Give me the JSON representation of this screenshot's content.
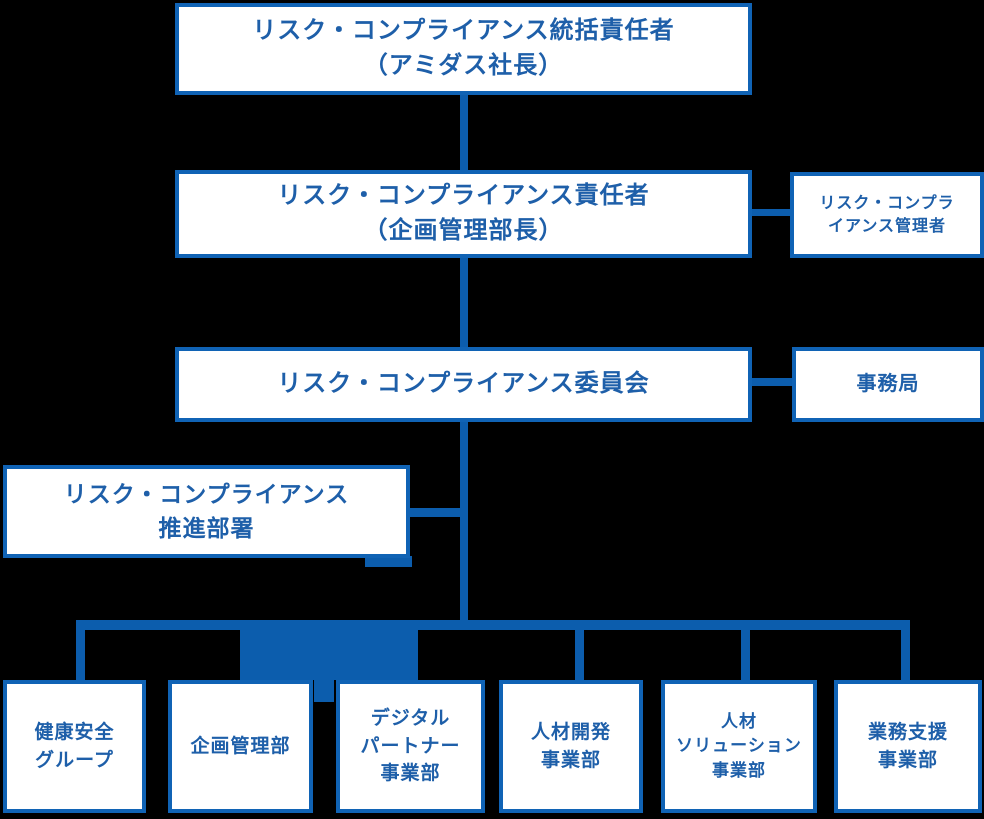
{
  "colors": {
    "line": "#0c5dad",
    "box_border": "#1063b5",
    "box_text": "#1e5fa9",
    "box_background": "#ffffff",
    "canvas_background": "#000000"
  },
  "nodes": {
    "supervisor": {
      "lines": [
        "リスク・コンプライアンス統括責任者",
        "（アミダス社長）"
      ]
    },
    "responsible": {
      "lines": [
        "リスク・コンプライアンス責任者",
        "（企画管理部長）"
      ]
    },
    "manager": {
      "lines": [
        "リスク・コンプラ",
        "イアンス管理者"
      ]
    },
    "committee": {
      "lines": [
        "リスク・コンプライアンス委員会"
      ]
    },
    "office": {
      "lines": [
        "事務局"
      ]
    },
    "promotion": {
      "lines": [
        "リスク・コンプライアンス",
        "推進部署"
      ]
    },
    "dept_health_safety": {
      "lines": [
        "健康安全",
        "グループ"
      ]
    },
    "dept_planning": {
      "lines": [
        "企画管理部"
      ]
    },
    "dept_digital_partner": {
      "lines": [
        "デジタル",
        "パートナー",
        "事業部"
      ]
    },
    "dept_hr_development": {
      "lines": [
        "人材開発",
        "事業部"
      ]
    },
    "dept_hr_solution": {
      "lines": [
        "人材",
        "ソリューション",
        "事業部"
      ]
    },
    "dept_business_support": {
      "lines": [
        "業務支援",
        "事業部"
      ]
    }
  }
}
